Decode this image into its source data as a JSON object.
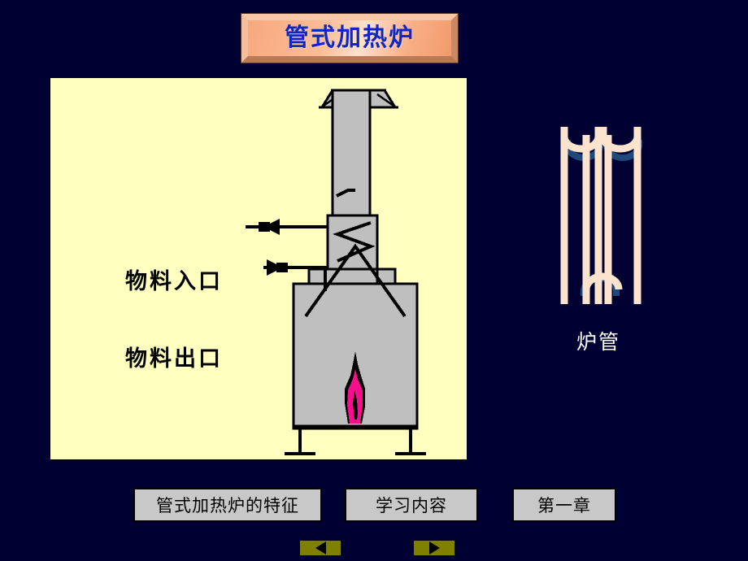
{
  "slide": {
    "background_color": "#000033",
    "title": "管式加热炉"
  },
  "title_plaque": {
    "text": "管式加热炉",
    "text_color": "#1126C6",
    "fill_color": "#F8A87E",
    "bevel_light": "#F7C6A8",
    "bevel_dark": "#B87B55"
  },
  "diagram": {
    "panel_color": "#FFFFC0",
    "labels": {
      "inlet": "物料入口",
      "outlet": "物料出口"
    },
    "colors": {
      "body_fill": "#BFBFBF",
      "outline": "#000000",
      "flame": "#F50F8C"
    },
    "parts": {
      "stack": "chimney-stack",
      "stack_cap": "chimney-cap",
      "convection_section": "convection-coil",
      "radiant_section": "radiant-coil",
      "burner_flame": "burner-flame"
    }
  },
  "tube_figure": {
    "caption": "炉管",
    "caption_color": "#FFFFFF",
    "tube_color": "#FCE3CE",
    "shadow_color": "#1D4A7A",
    "tube_count": 4,
    "bend_count_top": 2,
    "bend_count_bottom": 1
  },
  "nav": {
    "buttons": [
      {
        "name": "features",
        "label": "管式加热炉的特征"
      },
      {
        "name": "contents",
        "label": "学习内容"
      },
      {
        "name": "chapter",
        "label": "第一章"
      }
    ],
    "button_fill": "#C8C8C8",
    "arrows": {
      "prev": "◀",
      "next": "▶",
      "fill": "#808000"
    }
  }
}
